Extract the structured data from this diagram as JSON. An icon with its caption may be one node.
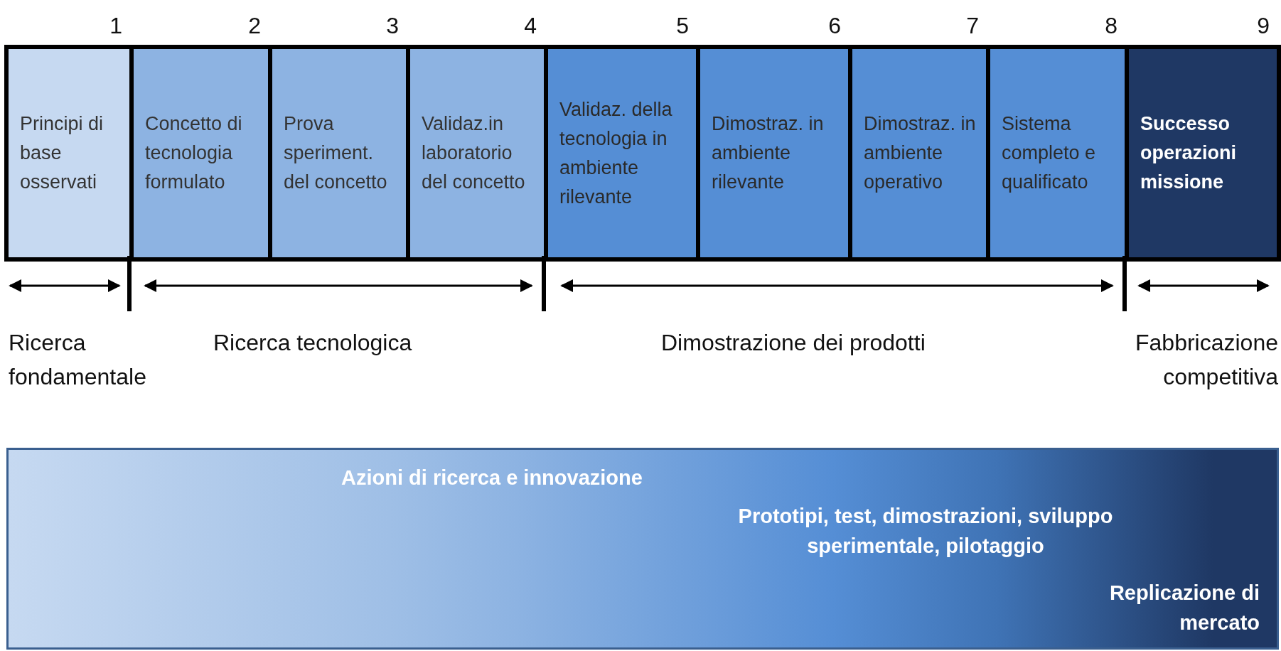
{
  "diagram": {
    "nodes": [
      {
        "text": [
          "Principi di base osservati"
        ]
      },
      {
        "text": [
          "Concetto di tecnologia formulato"
        ]
      },
      {
        "text": [
          "Prova speriment. del concetto"
        ]
      },
      {
        "text": [
          "Validaz.in laboratorio del concetto"
        ]
      },
      {
        "text": [
          "Validaz. della tecnologia in ambiente rilevante"
        ]
      },
      {
        "text": [
          "Dimostraz. in ambiente rilevante"
        ]
      },
      {
        "text": [
          "Dimostraz. in ambiente operativo"
        ]
      },
      {
        "text": [
          "Sistema completo e qualificato"
        ]
      },
      {
        "text": [
          "Successo operazioni missione"
        ]
      },
      {
        "text": [
          "Azioni di ricerca e innovazione",
          "Prototipi, test, dimostrazioni, sviluppo sperimentale, pilotaggio",
          "Replicazione di mercato"
        ]
      }
    ],
    "edges": [],
    "labels": [
      "1",
      "2",
      "3",
      "4",
      "5",
      "6",
      "7",
      "8",
      "9",
      "Ricerca fondamentale",
      "Ricerca tecnologica",
      "Dimostrazione dei prodotti",
      "Fabbricazione competitiva"
    ]
  }
}
